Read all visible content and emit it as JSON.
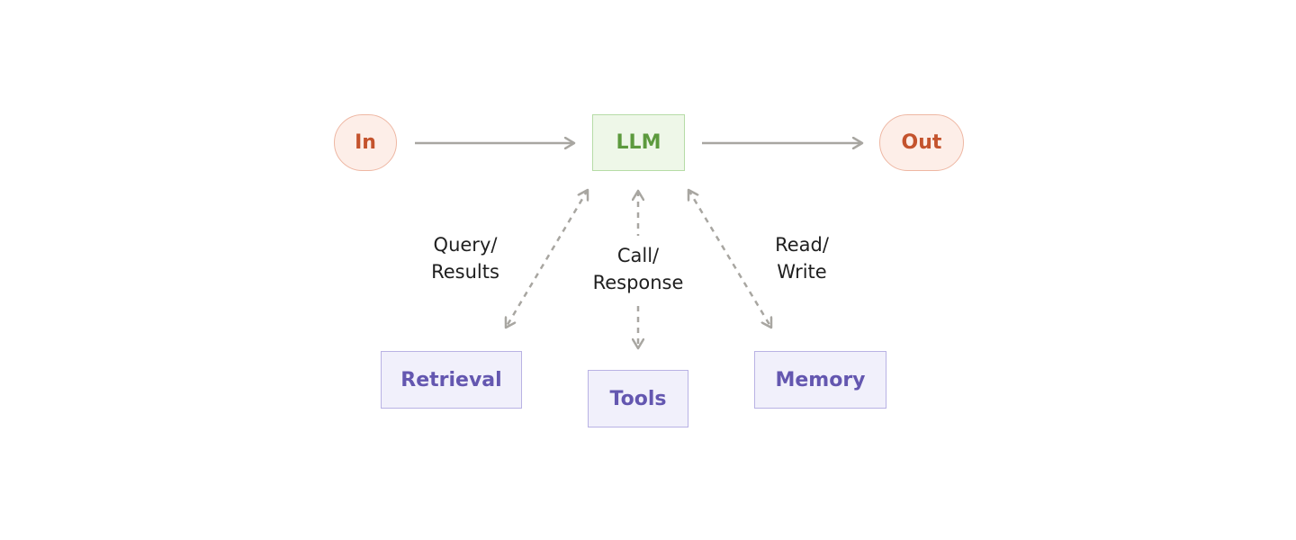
{
  "nodes": {
    "input": "In",
    "llm": "LLM",
    "output": "Out",
    "retrieval": "Retrieval",
    "tools": "Tools",
    "memory": "Memory"
  },
  "edge_labels": {
    "retrieval": [
      "Query/",
      "Results"
    ],
    "tools": [
      "Call/",
      "Response"
    ],
    "memory": [
      "Read/",
      "Write"
    ]
  },
  "colors": {
    "io_text": "#c4532d",
    "io_fill": "#fdeee8",
    "io_border": "#eeb7a3",
    "llm_text": "#5c9a3d",
    "llm_fill": "#eef7e8",
    "llm_border": "#b6dca6",
    "module_text": "#6457b0",
    "module_fill": "#f1f0fb",
    "module_border": "#b9b2e4",
    "arrow": "#a8a6a1"
  }
}
